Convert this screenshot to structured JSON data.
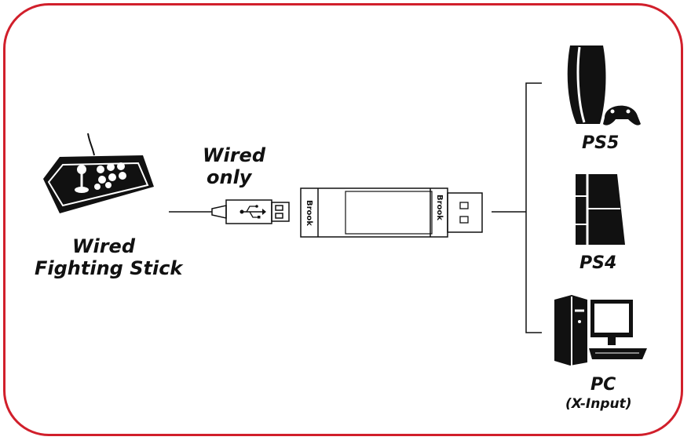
{
  "labels": {
    "stick_line1": "Wired",
    "stick_line2": "Fighting Stick",
    "cable_line1": "Wired",
    "cable_line2": "only",
    "ps5": "PS5",
    "ps4": "PS4",
    "pc": "PC",
    "pc_sub": "(X-Input)"
  },
  "adapter": {
    "brand_left": "Brook",
    "brand_right": "Brook"
  },
  "colors": {
    "frame": "#d11f2b",
    "ink": "#111111"
  }
}
